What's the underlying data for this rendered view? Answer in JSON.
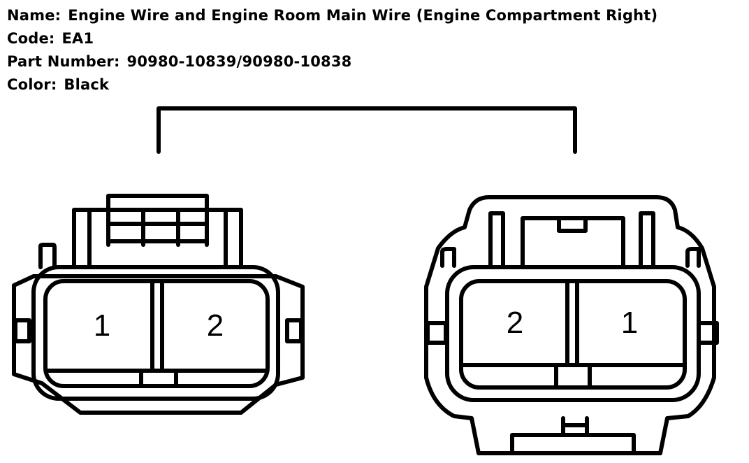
{
  "info": {
    "name": {
      "key": "Name:",
      "value": "Engine Wire and Engine Room Main Wire (Engine Compartment Right)"
    },
    "code": {
      "key": "Code:",
      "value": "EA1"
    },
    "part_number": {
      "key": "Part Number:",
      "value": "90980-10839/90980-10838"
    },
    "color": {
      "key": "Color:",
      "value": "Black"
    }
  },
  "connectors": {
    "left": {
      "pins": [
        "1",
        "2"
      ]
    },
    "right": {
      "pins": [
        "2",
        "1"
      ]
    }
  },
  "colors": {
    "line": "#000000",
    "background": "#ffffff"
  }
}
